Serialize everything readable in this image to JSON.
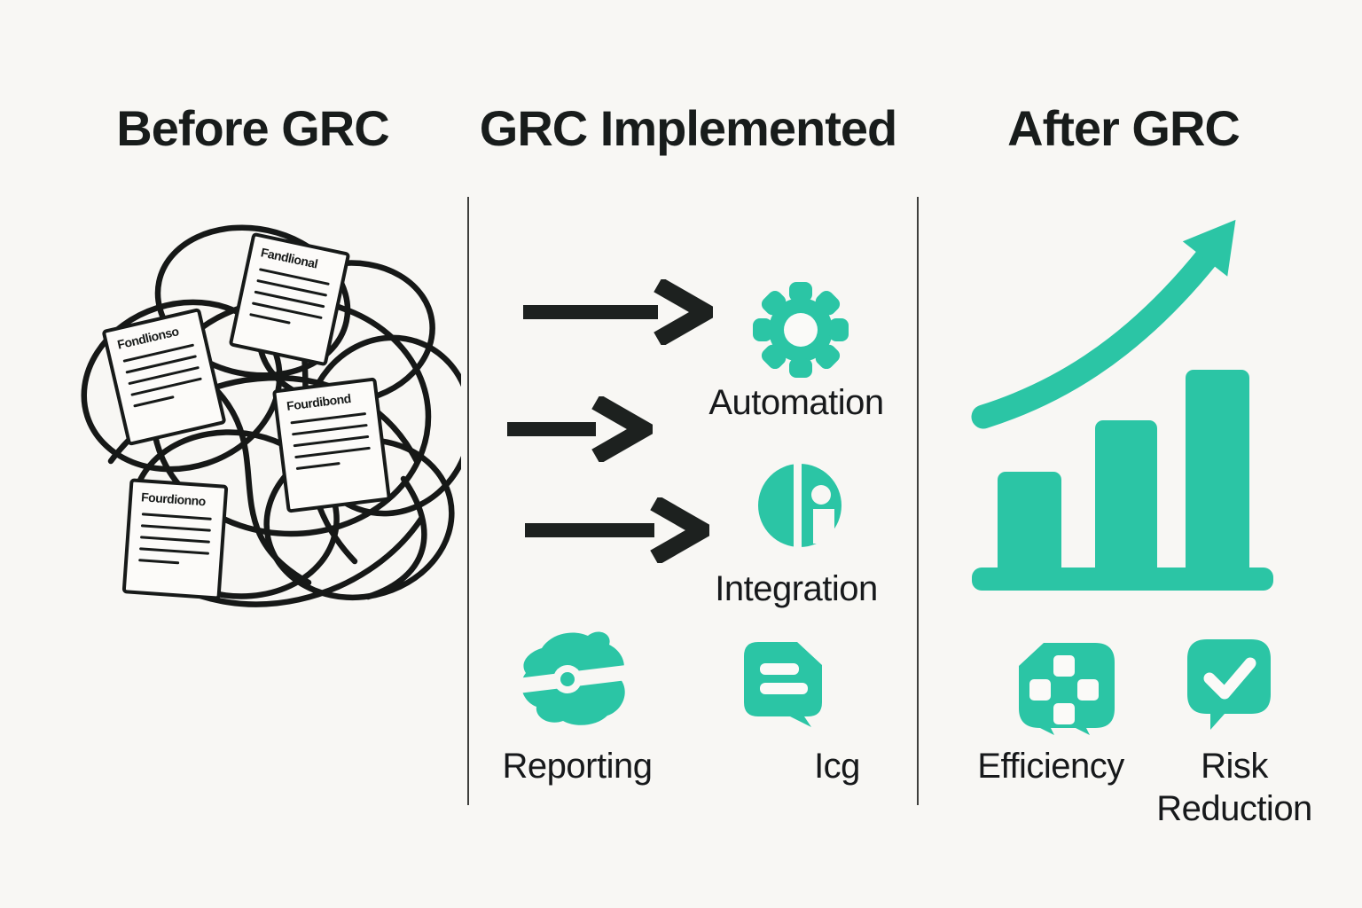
{
  "sections": {
    "before": {
      "title": "Before GRC",
      "documents": [
        {
          "title": "Fandlional"
        },
        {
          "title": "Fondlionso"
        },
        {
          "title": "Fourdibond"
        },
        {
          "title": "Fourdionno"
        }
      ]
    },
    "implemented": {
      "title": "GRC Implemented",
      "flow_items": [
        {
          "label": "Automation",
          "icon": "gear-icon"
        },
        {
          "label": "Integration",
          "icon": "integration-circle-icon"
        }
      ],
      "feature_items": [
        {
          "label": "Reporting",
          "icon": "reporting-globe-icon"
        },
        {
          "label": "Icg",
          "icon": "document-bubble-icon"
        }
      ]
    },
    "after": {
      "title": "After GRC",
      "feature_items": [
        {
          "label": "Efficiency",
          "icon": "plus-bubble-icon"
        },
        {
          "label": "Risk Reduction",
          "icon": "check-bubble-icon"
        }
      ],
      "chart_icon": "growth-bar-chart-icon"
    }
  },
  "colors": {
    "teal": "#2bc5a5",
    "ink": "#1a1d1c",
    "arrow": "#1d211f",
    "background": "#f8f7f4"
  }
}
